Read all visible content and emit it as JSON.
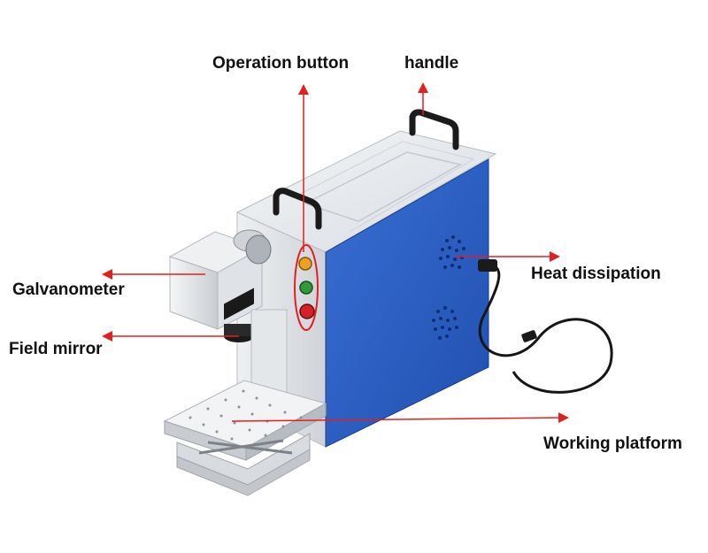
{
  "labels": {
    "operation_button": "Operation button",
    "handle": "handle",
    "galvanometer": "Galvanometer",
    "field_mirror": "Field mirror",
    "heat_dissipation": "Heat dissipation",
    "working_platform": "Working platform"
  },
  "colors": {
    "arrow": "#e41f1f",
    "blue_panel": "#2f62c6",
    "body_white": "#e9ecef",
    "button_orange": "#f0a020",
    "button_green": "#2f9a3a",
    "button_red": "#d3202a"
  }
}
